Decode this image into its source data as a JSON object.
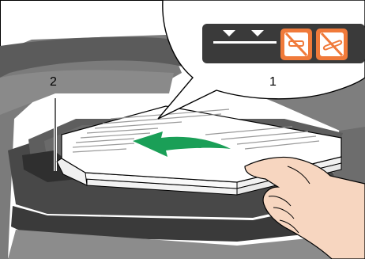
{
  "callouts": {
    "one": "1",
    "two": "2"
  },
  "icons": {
    "left_icon": "no-staple-icon",
    "right_icon": "no-paperclip-icon",
    "limit_marks": "max-stack-limit-arrows"
  },
  "colors": {
    "accent_arrow": "#1a9f57",
    "warning_orange": "#f07a3a",
    "panel_dark": "#3a3a3a",
    "scanner_body": "#6e6e6e",
    "scanner_dark": "#3d3d3d",
    "skin": "#f7d6c0"
  }
}
